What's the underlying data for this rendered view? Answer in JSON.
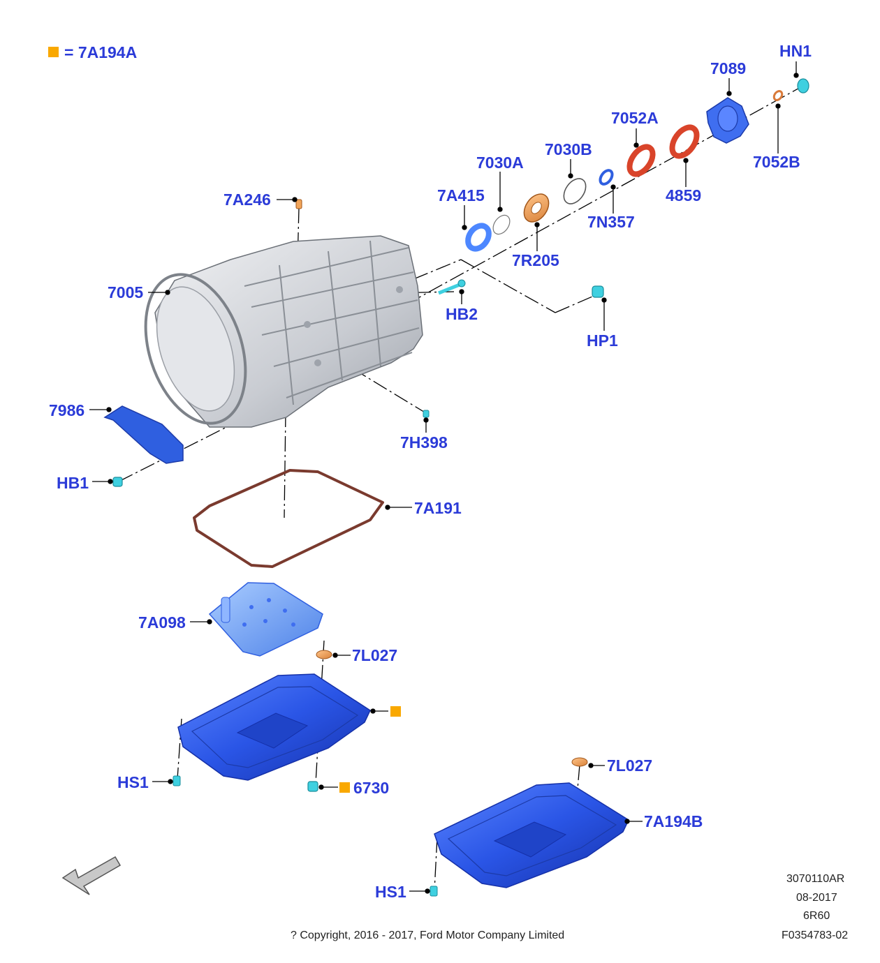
{
  "legend": {
    "text": "= 7A194A",
    "marker_color": "#f9a800"
  },
  "labels": {
    "hn1": "HN1",
    "p7089": "7089",
    "p7052a": "7052A",
    "p7030b": "7030B",
    "p7030a": "7030A",
    "p7052b": "7052B",
    "p4859": "4859",
    "p7a415": "7A415",
    "p7a246": "7A246",
    "p7n357": "7N357",
    "p7r205": "7R205",
    "p7005": "7005",
    "hb2": "HB2",
    "hp1": "HP1",
    "p7986": "7986",
    "p7h398": "7H398",
    "hb1": "HB1",
    "p7a191": "7A191",
    "p7a098": "7A098",
    "p7l027a": "7L027",
    "p6730": "6730",
    "hs1a": "HS1",
    "p7l027b": "7L027",
    "p7a194b": "7A194B",
    "hs1b": "HS1"
  },
  "info": {
    "code": "3070110AR",
    "date": "08-2017",
    "model": "6R60",
    "figure": "F0354783-02",
    "copyright": "? Copyright, 2016 - 2017, Ford Motor Company Limited"
  },
  "colors": {
    "label_blue": "#2b3bd8",
    "highlight_orange": "#f9a800",
    "part_blue": "#2f5fe0",
    "seal_red": "#d9442a",
    "bolt_cyan": "#3fd0e0",
    "gasket_brown": "#7a3a2e",
    "housing_gray": "#d8dbe0"
  }
}
